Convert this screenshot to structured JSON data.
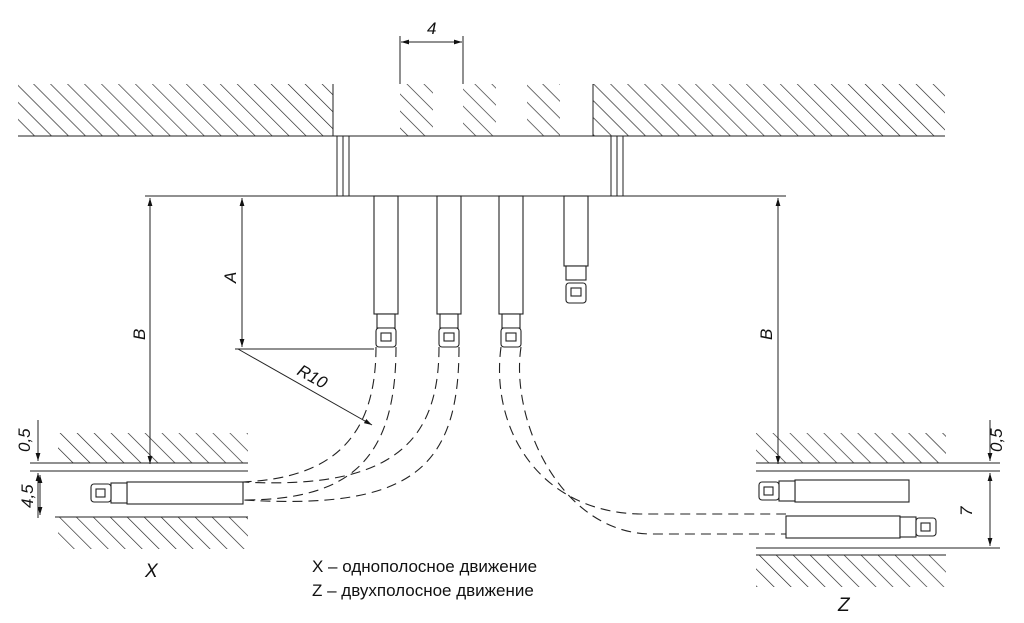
{
  "dimensions": {
    "gap_width": "4",
    "depth_a": "A",
    "depth_b_left": "B",
    "depth_b_right": "B",
    "radius": "R10",
    "offset_left": "0,5",
    "offset_right": "0,5",
    "lane_width_single": "4,5",
    "lane_width_double": "7"
  },
  "zones": {
    "x_label": "X",
    "z_label": "Z"
  },
  "legend": {
    "line_x": "X – однополосное движение",
    "line_z": "Z – двухполосное движение"
  }
}
